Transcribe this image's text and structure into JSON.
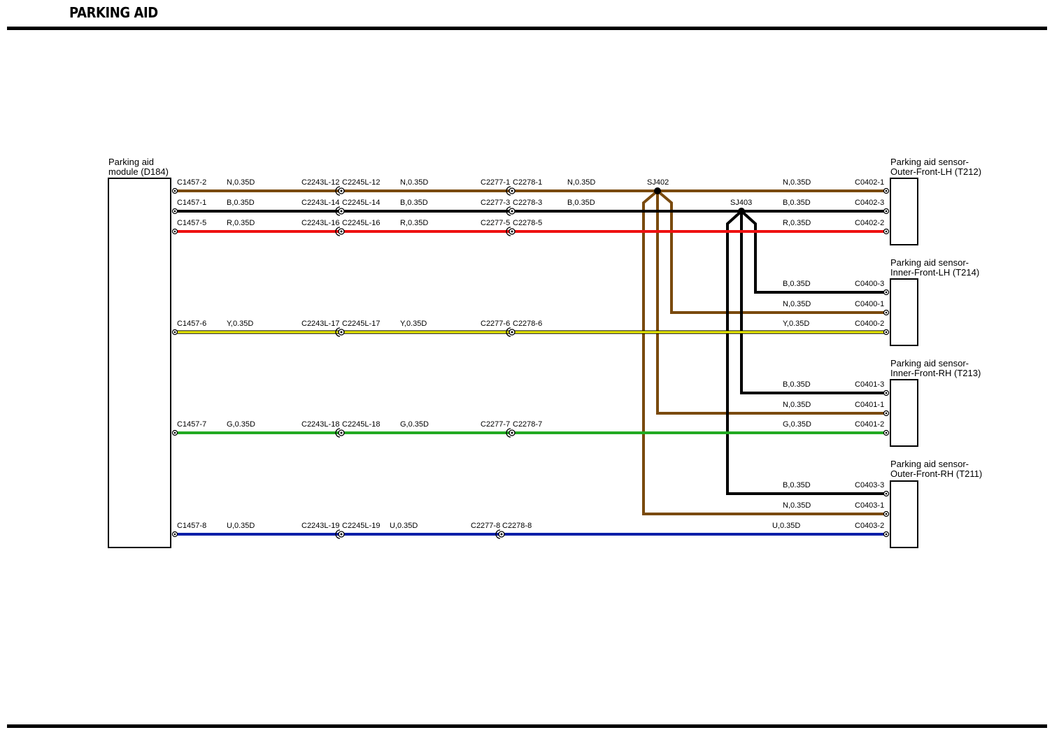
{
  "page": {
    "title": "PARKING AID"
  },
  "colors": {
    "N": "#7a4a0e",
    "B": "#000000",
    "R": "#ee1111",
    "Y": "#f2f200",
    "G": "#22aa22",
    "U": "#0a1fa8"
  },
  "module": {
    "line1": "Parking aid",
    "line2": "module (D184)"
  },
  "sensors": [
    {
      "id": "outer-front-lh",
      "line1": "Parking aid sensor-",
      "line2": "Outer-Front-LH (T212)"
    },
    {
      "id": "inner-front-lh",
      "line1": "Parking aid sensor-",
      "line2": "Inner-Front-LH (T214)"
    },
    {
      "id": "inner-front-rh",
      "line1": "Parking aid sensor-",
      "line2": "Inner-Front-RH (T213)"
    },
    {
      "id": "outer-front-rh",
      "line1": "Parking aid sensor-",
      "line2": "Outer-Front-RH (T211)"
    }
  ],
  "splices": {
    "sj402": "SJ402",
    "sj403": "SJ403"
  },
  "wires": [
    {
      "id": "w1",
      "color": "N",
      "module_pin": "C1457-2",
      "spec1": "N,0.35D",
      "c1a": "C2243L-12",
      "c1b": "C2245L-12",
      "spec2": "N,0.35D",
      "c2a": "C2277-1",
      "c2b": "C2278-1",
      "spec3": "N,0.35D",
      "spec4": "N,0.35D",
      "end_pin": "C0402-1"
    },
    {
      "id": "w2",
      "color": "B",
      "module_pin": "C1457-1",
      "spec1": "B,0.35D",
      "c1a": "C2243L-14",
      "c1b": "C2245L-14",
      "spec2": "B,0.35D",
      "c2a": "C2277-3",
      "c2b": "C2278-3",
      "spec3": "B,0.35D",
      "spec4": "B,0.35D",
      "end_pin": "C0402-3"
    },
    {
      "id": "w3",
      "color": "R",
      "module_pin": "C1457-5",
      "spec1": "R,0.35D",
      "c1a": "C2243L-16",
      "c1b": "C2245L-16",
      "spec2": "R,0.35D",
      "c2a": "C2277-5",
      "c2b": "C2278-5",
      "spec4": "R,0.35D",
      "end_pin": "C0402-2"
    },
    {
      "id": "w4",
      "color": "Y",
      "module_pin": "C1457-6",
      "spec1": "Y,0.35D",
      "c1a": "C2243L-17",
      "c1b": "C2245L-17",
      "spec2": "Y,0.35D",
      "c2a": "C2277-6",
      "c2b": "C2278-6",
      "spec4": "Y,0.35D",
      "end_pin": "C0400-2"
    },
    {
      "id": "w5",
      "color": "G",
      "module_pin": "C1457-7",
      "spec1": "G,0.35D",
      "c1a": "C2243L-18",
      "c1b": "C2245L-18",
      "spec2": "G,0.35D",
      "c2a": "C2277-7",
      "c2b": "C2278-7",
      "spec4": "G,0.35D",
      "end_pin": "C0401-2"
    },
    {
      "id": "w6",
      "color": "U",
      "module_pin": "C1457-8",
      "spec1": "U,0.35D",
      "c1a": "C2243L-19",
      "c1b": "C2245L-19",
      "spec2": "U,0.35D",
      "c2a": "C2277-8",
      "c2b": "C2278-8",
      "spec4": "U,0.35D",
      "end_pin": "C0403-2"
    }
  ],
  "branches": [
    {
      "id": "b1",
      "color": "B",
      "spec": "B,0.35D",
      "pin": "C0400-3"
    },
    {
      "id": "b2",
      "color": "N",
      "spec": "N,0.35D",
      "pin": "C0400-1"
    },
    {
      "id": "b3",
      "color": "B",
      "spec": "B,0.35D",
      "pin": "C0401-3"
    },
    {
      "id": "b4",
      "color": "N",
      "spec": "N,0.35D",
      "pin": "C0401-1"
    },
    {
      "id": "b5",
      "color": "B",
      "spec": "B,0.35D",
      "pin": "C0403-3"
    },
    {
      "id": "b6",
      "color": "N",
      "spec": "N,0.35D",
      "pin": "C0403-1"
    }
  ]
}
